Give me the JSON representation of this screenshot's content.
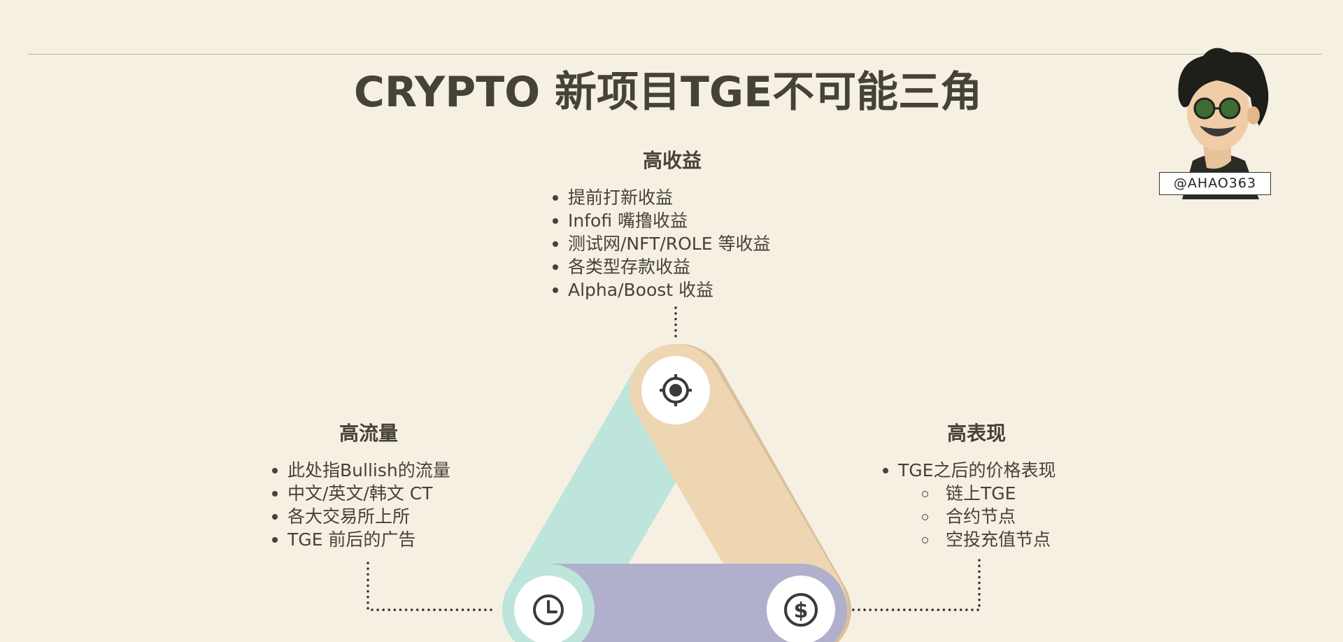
{
  "title": "CRYPTO 新项目TGE不可能三角",
  "author_handle": "@AHAO363",
  "colors": {
    "background": "#f6f0e3",
    "text": "#45423a",
    "teal": "#bde5dc",
    "tan": "#efd6b2",
    "purple": "#b1b0cc"
  },
  "top": {
    "heading": "高收益",
    "icon": "target-icon",
    "items": [
      "提前打新收益",
      "Infofi 嘴撸收益",
      "测试网/NFT/ROLE 等收益",
      "各类型存款收益",
      "Alpha/Boost 收益"
    ]
  },
  "left": {
    "heading": "高流量",
    "icon": "clock-icon",
    "items": [
      "此处指Bullish的流量",
      "中文/英文/韩文 CT",
      "各大交易所上所",
      "TGE 前后的广告"
    ]
  },
  "right": {
    "heading": "高表现",
    "icon": "dollar-icon",
    "items": [
      "TGE之后的价格表现"
    ],
    "subitems": [
      "链上TGE",
      "合约节点",
      "空投充值节点"
    ]
  }
}
